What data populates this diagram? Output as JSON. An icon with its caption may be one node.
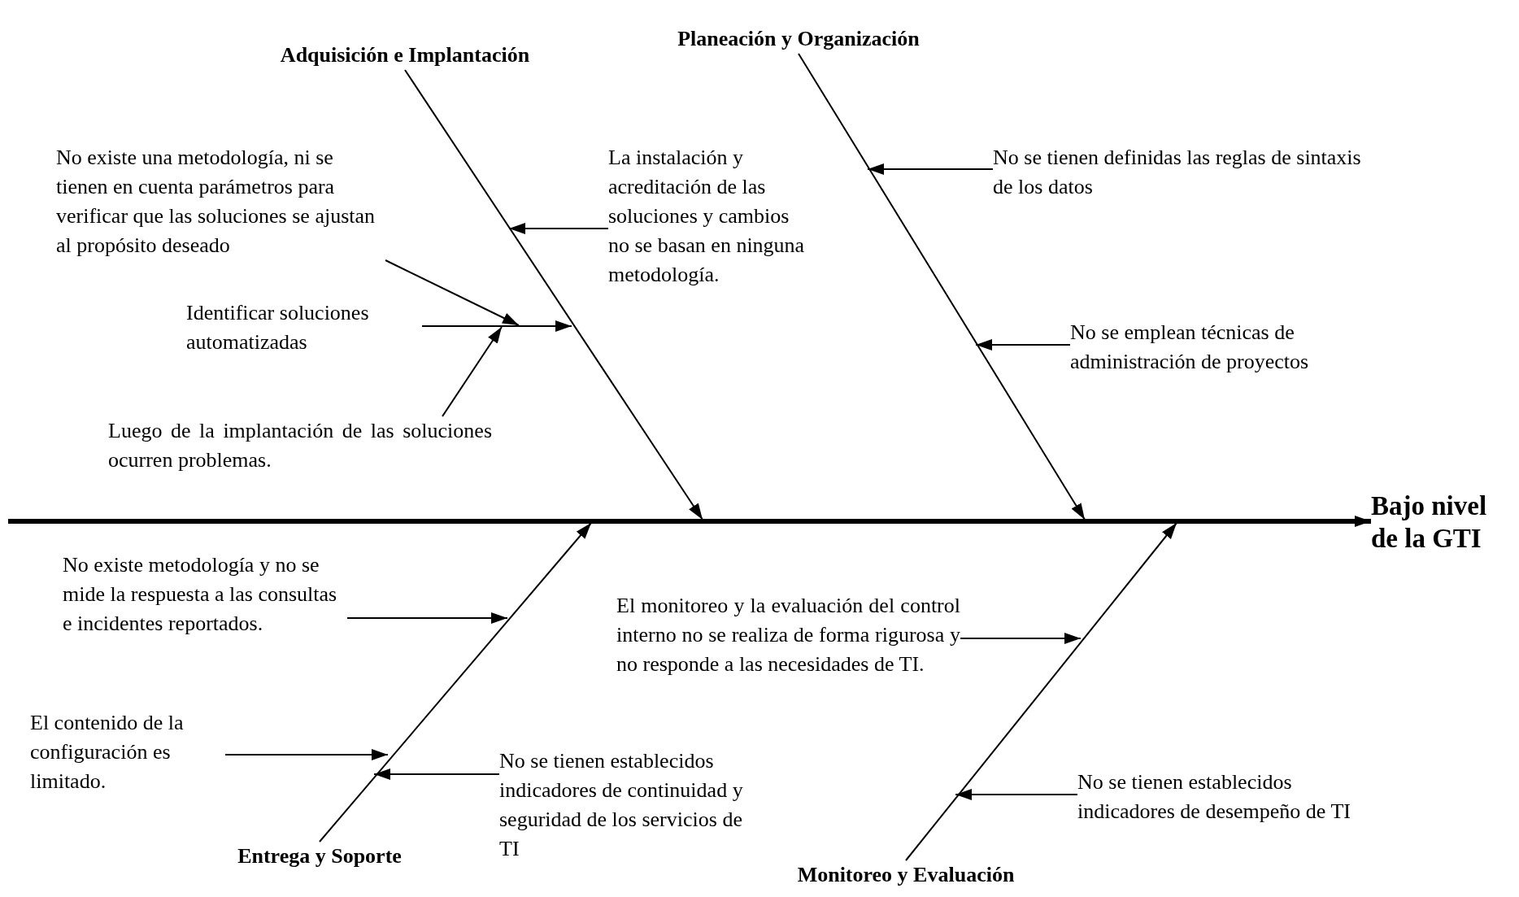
{
  "diagram": {
    "nodes": [
      {
        "text": [
          "Adquisición e Implantación"
        ]
      },
      {
        "text": [
          "Planeación y Organización"
        ]
      },
      {
        "text": [
          "No existe una metodología, ni se tienen en cuenta parámetros para verificar que las soluciones se ajustan al propósito deseado"
        ]
      },
      {
        "text": [
          "La instalación y acreditación de las soluciones y cambios no se basan en ninguna metodología."
        ]
      },
      {
        "text": [
          "No se tienen definidas las reglas de sintaxis de los datos"
        ]
      },
      {
        "text": [
          "Identificar soluciones automatizadas"
        ]
      },
      {
        "text": [
          "No se emplean técnicas de administración de proyectos"
        ]
      },
      {
        "text": [
          "Luego de la implantación de las soluciones ocurren problemas."
        ]
      },
      {
        "text": [
          "Bajo nivel de la GTI"
        ]
      },
      {
        "text": [
          "No existe metodología y no se mide la respuesta a las consultas e incidentes reportados."
        ]
      },
      {
        "text": [
          "El monitoreo y la evaluación del control interno no se realiza de forma rigurosa y no responde a las necesidades de TI."
        ]
      },
      {
        "text": [
          "El contenido de la configuración es limitado."
        ]
      },
      {
        "text": [
          "No se tienen establecidos indicadores de continuidad y seguridad de los servicios de TI"
        ]
      },
      {
        "text": [
          "No se tienen establecidos indicadores de desempeño de TI"
        ]
      },
      {
        "text": [
          "Entrega y Soporte"
        ]
      },
      {
        "text": [
          "Monitoreo y Evaluación"
        ]
      }
    ],
    "edges": [
      {
        "from": null,
        "to": 8,
        "arrow": "to",
        "style": "thick"
      },
      {
        "from": 0,
        "to": null,
        "arrow": "to"
      },
      {
        "from": 1,
        "to": null,
        "arrow": "to"
      },
      {
        "from": 14,
        "to": null,
        "arrow": "to"
      },
      {
        "from": 15,
        "to": null,
        "arrow": "to"
      },
      {
        "from": 2,
        "to": null,
        "arrow": "to"
      },
      {
        "from": 3,
        "to": null,
        "arrow": "to"
      },
      {
        "from": 4,
        "to": null,
        "arrow": "to"
      },
      {
        "from": 5,
        "to": null,
        "arrow": "to"
      },
      {
        "from": 6,
        "to": null,
        "arrow": "to"
      },
      {
        "from": 7,
        "to": null,
        "arrow": "to"
      },
      {
        "from": 9,
        "to": null,
        "arrow": "to"
      },
      {
        "from": 10,
        "to": null,
        "arrow": "to"
      },
      {
        "from": 11,
        "to": null,
        "arrow": "to"
      },
      {
        "from": 12,
        "to": null,
        "arrow": "to"
      },
      {
        "from": 13,
        "to": null,
        "arrow": "to"
      }
    ]
  }
}
